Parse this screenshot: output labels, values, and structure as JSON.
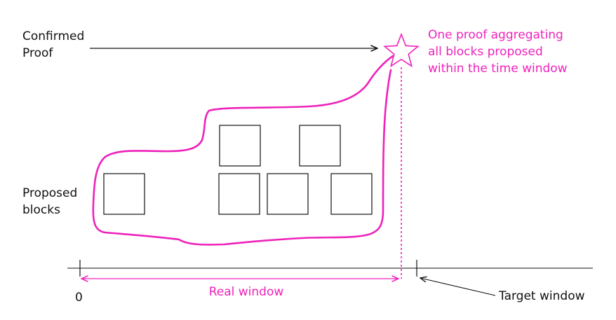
{
  "labels": {
    "confirmed_proof_line1": "Confirmed",
    "confirmed_proof_line2": "Proof",
    "proposed_blocks_line1": "Proposed",
    "proposed_blocks_line2": "blocks",
    "annotation_line1": "One proof aggregating",
    "annotation_line2": "all blocks proposed",
    "annotation_line3": "within the time window",
    "origin": "0",
    "real_window": "Real window",
    "target_window": "Target window"
  },
  "colors": {
    "accent": "#ee22bb",
    "ink": "#111111",
    "background": "#ffffff"
  },
  "icons": {
    "proof_marker": "star-icon"
  }
}
